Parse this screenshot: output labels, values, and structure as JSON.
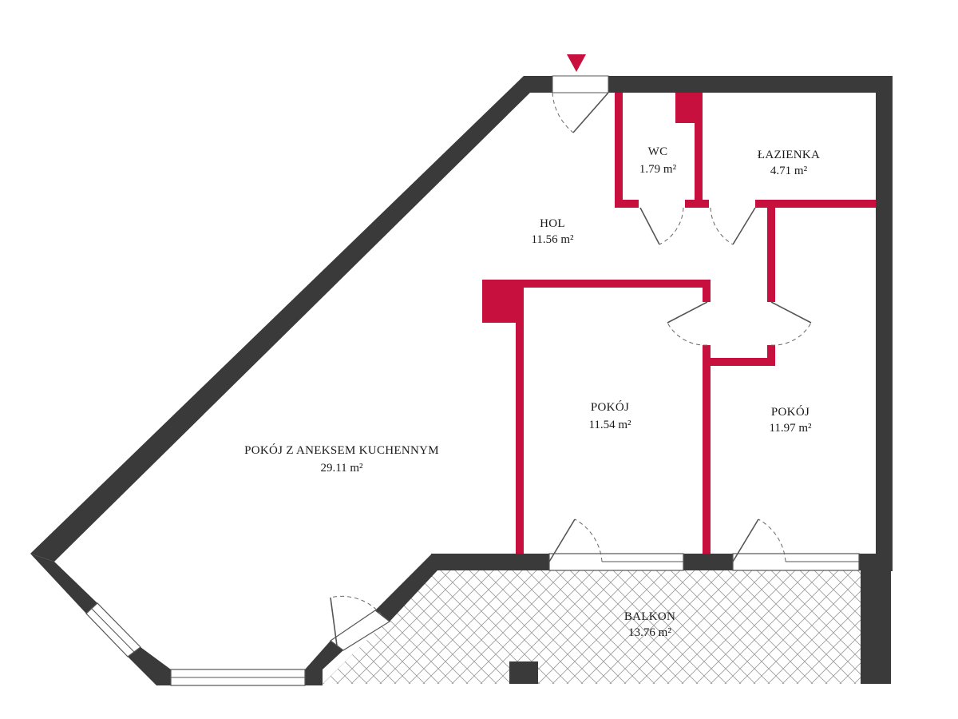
{
  "colors": {
    "exterior_wall": "#3a3a3a",
    "interior_wall": "#c8103e",
    "entrance_marker": "#c8103e",
    "balcony_hatch": "#999999"
  },
  "rooms": [
    {
      "name": "HOL",
      "area": "11.56 m²"
    },
    {
      "name": "WC",
      "area": "1.79 m²"
    },
    {
      "name": "ŁAZIENKA",
      "area": "4.71 m²"
    },
    {
      "name": "POKÓJ",
      "area": "11.54 m²"
    },
    {
      "name": "POKÓJ",
      "area": "11.97 m²"
    },
    {
      "name": "POKÓJ Z ANEKSEM KUCHENNYM",
      "area": "29.11 m²"
    },
    {
      "name": "BALKON",
      "area": "13.76 m²"
    }
  ],
  "icons": {
    "entrance": "entrance-arrow-icon"
  }
}
